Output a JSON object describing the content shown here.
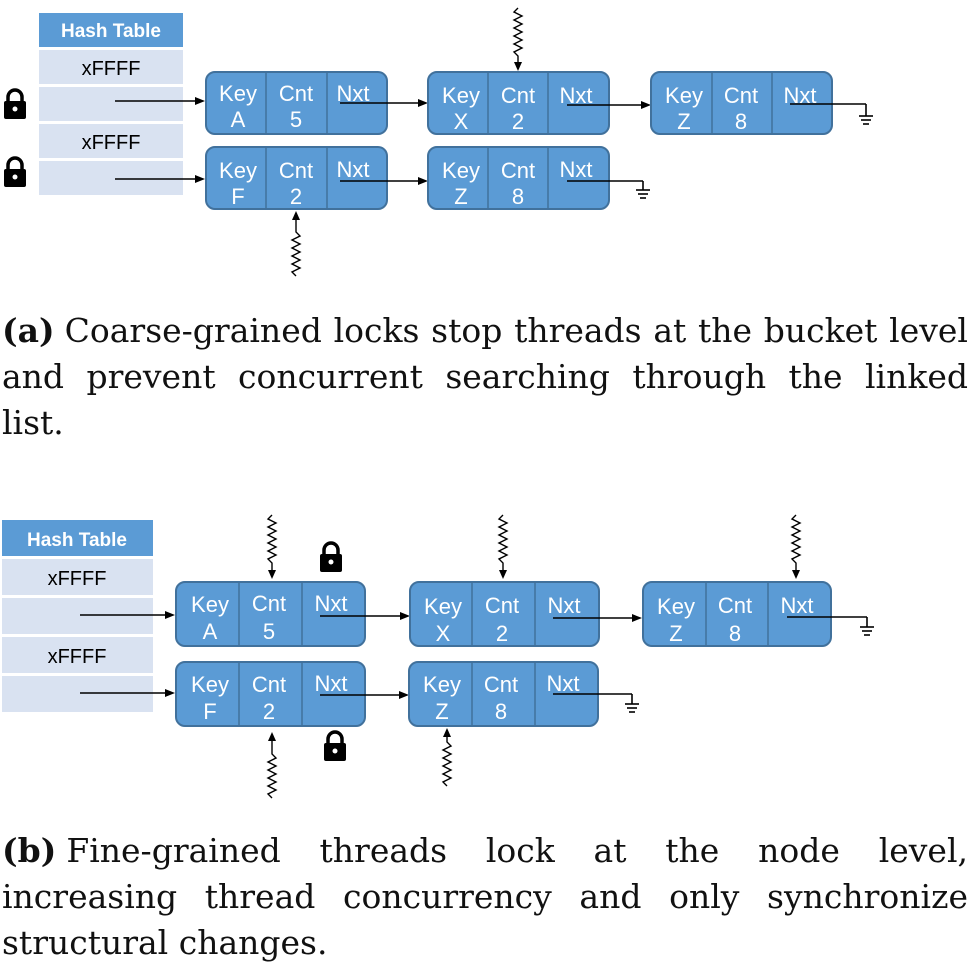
{
  "panel_a": {
    "hash_table": {
      "header": "Hash Table",
      "buckets": [
        {
          "label": "xFFFF"
        },
        {
          "label": ""
        },
        {
          "label": "xFFFF"
        },
        {
          "label": ""
        }
      ]
    },
    "lists": [
      {
        "nodes": [
          {
            "key_label": "Key",
            "key": "A",
            "cnt_label": "Cnt",
            "cnt": "5",
            "nxt_label": "Nxt"
          },
          {
            "key_label": "Key",
            "key": "X",
            "cnt_label": "Cnt",
            "cnt": "2",
            "nxt_label": "Nxt"
          },
          {
            "key_label": "Key",
            "key": "Z",
            "cnt_label": "Cnt",
            "cnt": "8",
            "nxt_label": "Nxt"
          }
        ]
      },
      {
        "nodes": [
          {
            "key_label": "Key",
            "key": "F",
            "cnt_label": "Cnt",
            "cnt": "2",
            "nxt_label": "Nxt"
          },
          {
            "key_label": "Key",
            "key": "Z",
            "cnt_label": "Cnt",
            "cnt": "8",
            "nxt_label": "Nxt"
          }
        ]
      }
    ],
    "caption_label": "(a)",
    "caption_text": "Coarse-grained locks stop threads at the bucket level and prevent concurrent searching through the linked list."
  },
  "panel_b": {
    "hash_table": {
      "header": "Hash Table",
      "buckets": [
        {
          "label": "xFFFF"
        },
        {
          "label": ""
        },
        {
          "label": "xFFFF"
        },
        {
          "label": ""
        }
      ]
    },
    "lists": [
      {
        "nodes": [
          {
            "key_label": "Key",
            "key": "A",
            "cnt_label": "Cnt",
            "cnt": "5",
            "nxt_label": "Nxt"
          },
          {
            "key_label": "Key",
            "key": "X",
            "cnt_label": "Cnt",
            "cnt": "2",
            "nxt_label": "Nxt"
          },
          {
            "key_label": "Key",
            "key": "Z",
            "cnt_label": "Cnt",
            "cnt": "8",
            "nxt_label": "Nxt"
          }
        ]
      },
      {
        "nodes": [
          {
            "key_label": "Key",
            "key": "F",
            "cnt_label": "Cnt",
            "cnt": "2",
            "nxt_label": "Nxt"
          },
          {
            "key_label": "Key",
            "key": "Z",
            "cnt_label": "Cnt",
            "cnt": "8",
            "nxt_label": "Nxt"
          }
        ]
      }
    ],
    "caption_label": "(b)",
    "caption_text": "Fine-grained threads lock at the node level, increasing thread concurrency and only synchronize structural changes."
  },
  "icons": {
    "lock": "lock-icon",
    "thread": "thread-squiggle-icon",
    "null_terminator": "ground-icon"
  },
  "colors": {
    "node_fill": "#5b9bd5",
    "node_border": "#41719c",
    "bucket_fill": "#d9e2f1",
    "header_fill": "#5b9bd5"
  }
}
